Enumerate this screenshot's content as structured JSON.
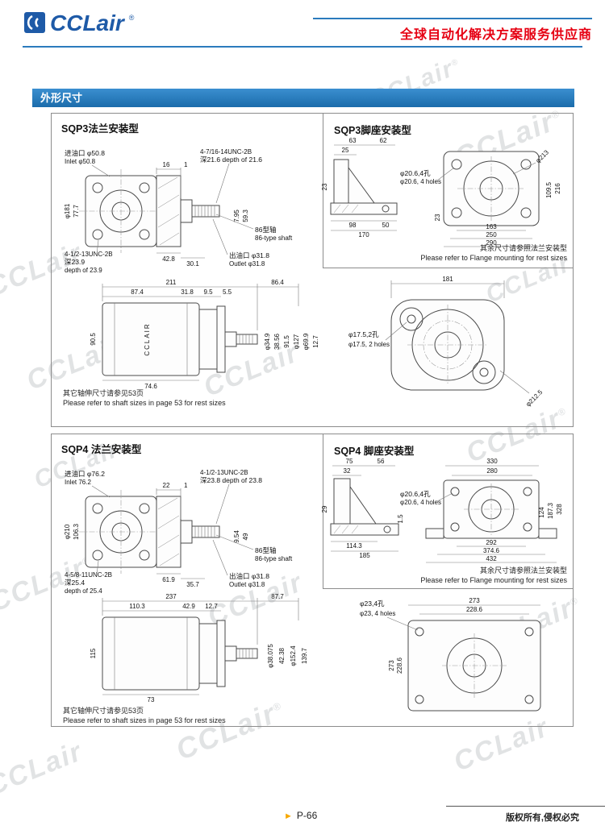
{
  "header": {
    "logo_text": "CCLair",
    "registered": "®",
    "tagline": "全球自动化解决方案服务供应商"
  },
  "banner": {
    "title": "外形尺寸"
  },
  "watermark": {
    "text": "CCLair",
    "registered": "®"
  },
  "sqp3_flange": {
    "title": "SQP3法兰安装型",
    "front": {
      "inlet_cn": "进油口 φ50.8",
      "inlet_en": "Inlet φ50.8",
      "dim_top_a": "16",
      "dim_top_b": "1",
      "thread_top": "4-7/16-14UNC-2B",
      "thread_top_depth": "深21.6 depth of 21.6",
      "dim_key_a": "7.95",
      "dim_key_b": "59.3",
      "shaft_cn": "86型轴",
      "shaft_en": "86-type shaft",
      "dim_dia": "φ181",
      "dim_left": "77.7",
      "thread_bottom": "4-1/2-13UNC-2B",
      "thread_bottom_depth_cn": "深23.9",
      "thread_bottom_depth_en": "depth of 23.9",
      "dim_bottom_a": "42.8",
      "dim_bottom_b": "30.1",
      "outlet_cn": "出油口 φ31.8",
      "outlet_en": "Outlet φ31.8"
    },
    "side": {
      "dim_total": "211",
      "dim_right": "86.4",
      "dim_a": "87.4",
      "dim_b": "31.8",
      "dim_c": "9.5",
      "dim_d": "5.5",
      "dim_left": "90.5",
      "dia_a": "φ34.9",
      "dim_e": "38.56",
      "dim_f": "91.5",
      "dia_b": "φ127",
      "dia_c": "φ69.9",
      "dim_g": "12.7",
      "dim_bottom": "74.6",
      "body_text": "CCLAIR"
    },
    "note_cn": "其它轴伸尺寸请参见53页",
    "note_en": "Please refer to shaft sizes in page 53 for rest sizes"
  },
  "sqp3_foot": {
    "title": "SQP3脚座安装型",
    "bracket": {
      "dim_a": "63",
      "dim_b": "62",
      "dim_c": "25",
      "dim_d": "23",
      "dim_e": "98",
      "dim_f": "50",
      "dim_g": "170"
    },
    "front": {
      "dia": "φ213",
      "holes_cn": "φ20.6,4孔",
      "holes_en": "φ20.6, 4 holes",
      "dim_a": "163",
      "dim_b": "250",
      "dim_c": "290",
      "dim_h": "216",
      "dim_i": "109.5",
      "dim_j": "23"
    },
    "oval": {
      "dim_w": "181",
      "holes_cn": "φ17.5,2孔",
      "holes_en": "φ17.5, 2 holes",
      "dia": "φ212.5"
    },
    "note_cn": "其余尺寸请参照法兰安装型",
    "note_en": "Please refer to Flange mounting for rest sizes"
  },
  "sqp4_flange": {
    "title": "SQP4 法兰安装型",
    "front": {
      "inlet_cn": "进油口 φ76.2",
      "inlet_en": "Inlet 76.2",
      "dim_top_a": "22",
      "dim_top_b": "1",
      "thread_top": "4-1/2-13UNC-2B",
      "thread_top_depth": "深23.8 depth of 23.8",
      "dim_key_a": "9.54",
      "dim_key_b": "49",
      "shaft_cn": "86型轴",
      "shaft_en": "86-type shaft",
      "dim_dia": "φ210",
      "dim_left": "106.3",
      "thread_bottom": "4-5/8-11UNC-2B",
      "thread_bottom_depth_cn": "深25.4",
      "thread_bottom_depth_en": "depth of 25.4",
      "dim_bottom_a": "61.9",
      "dim_bottom_b": "35.7",
      "outlet_cn": "出油口 φ31.8",
      "outlet_en": "Outlet φ31.8"
    },
    "side": {
      "dim_total": "237",
      "dim_right": "87.7",
      "dim_a": "110.3",
      "dim_b": "42.9",
      "dim_c": "12.7",
      "dim_left": "115",
      "dia_a": "φ38.075",
      "dim_e": "42.38",
      "dia_b": "φ152.4",
      "dim_f": "139.7",
      "dim_bottom": "73"
    },
    "note_cn": "其它轴伸尺寸请参见53页",
    "note_en": "Please refer to shaft sizes in page 53 for rest sizes"
  },
  "sqp4_foot": {
    "title": "SQP4 脚座安装型",
    "bracket": {
      "dim_a": "75",
      "dim_b": "56",
      "dim_c": "32",
      "dim_d": "29",
      "dim_e": "1.5",
      "dim_f": "114.3",
      "dim_g": "185"
    },
    "front": {
      "dim_w1": "330",
      "dim_w2": "280",
      "holes_cn": "φ20.6,4孔",
      "holes_en": "φ20.6, 4 holes",
      "dim_a": "292",
      "dim_b": "374.6",
      "dim_c": "432",
      "dim_h1": "328",
      "dim_h2": "187.3",
      "dim_h3": "124"
    },
    "square": {
      "holes_cn": "φ23,4孔",
      "holes_en": "φ23, 4 holes",
      "dim_w1": "273",
      "dim_w2": "228.6",
      "dim_h1": "273",
      "dim_h2": "228.6"
    },
    "note_cn": "其余尺寸请参照法兰安装型",
    "note_en": "Please refer to Flange mounting for rest sizes"
  },
  "footer": {
    "arrow": "►",
    "page": "P-66",
    "copyright": "版权所有,侵权必究"
  }
}
